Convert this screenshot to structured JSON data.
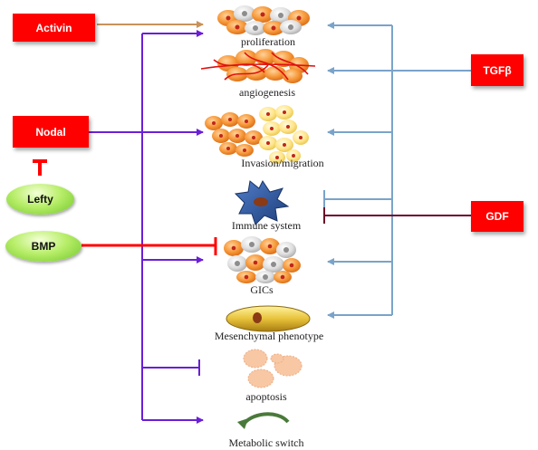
{
  "sources": {
    "activin": "Activin",
    "nodal": "Nodal",
    "lefty": "Lefty",
    "bmp": "BMP",
    "tgfb": "TGFβ",
    "gdf": "GDF"
  },
  "outcomes": {
    "proliferation": "proliferation",
    "angiogenesis": "angiogenesis",
    "invasion": "Invasion/migration",
    "immune": "Immune system",
    "gics": "GICs",
    "mesenchymal": "Mesenchymal phenotype",
    "apoptosis": "apoptosis",
    "metabolic": "Metabolic switch"
  },
  "colors": {
    "activin_arrow": "#c8925a",
    "purple": "#6b1fd6",
    "blue": "#7aa3c9",
    "inhibit_red": "#ff0000",
    "gdf_line": "#6b0a2a",
    "source_box": "#ff0000"
  }
}
